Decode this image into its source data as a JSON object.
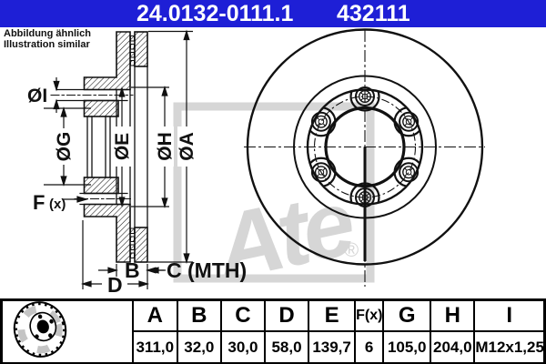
{
  "header": {
    "part_number": "24.0132-0111.1",
    "reference_number": "432111",
    "bg_color": "#1e1fd6"
  },
  "note": {
    "line1": "Abbildung ähnlich",
    "line2": "Illustration similar"
  },
  "watermark": {
    "logo_text": "Ate",
    "registered_mark": "®",
    "color": "#d6d6d6"
  },
  "diagram": {
    "labels": {
      "dia_i": "ØI",
      "dia_g": "ØG",
      "dia_e": "ØE",
      "dia_h": "ØH",
      "dia_a": "ØA",
      "f": "F",
      "f_suffix": "(x)",
      "b": "B",
      "c": "C (MTH)",
      "d": "D"
    }
  },
  "table": {
    "headers": [
      "A",
      "B",
      "C",
      "D",
      "E",
      "F(x)",
      "G",
      "H",
      "I"
    ],
    "values": [
      "311,0",
      "32,0",
      "30,0",
      "58,0",
      "139,7",
      "6",
      "105,0",
      "204,0",
      "M12x1,25"
    ]
  },
  "colors": {
    "line": "#111111"
  }
}
